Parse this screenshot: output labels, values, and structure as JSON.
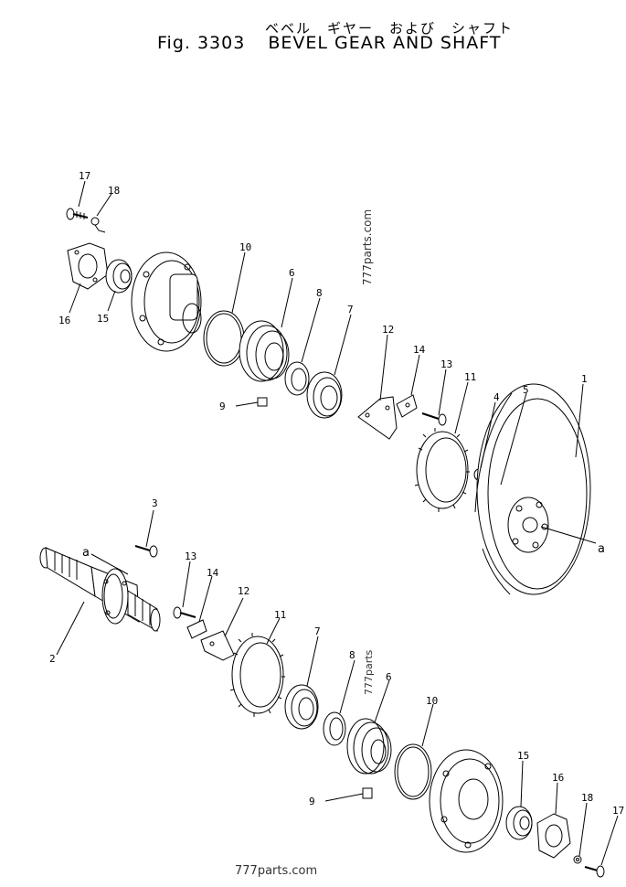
{
  "title": {
    "japanese": "ベベル　ギヤー　および　シャフト",
    "figure": "Fig. 3303",
    "english": "BEVEL GEAR AND SHAFT"
  },
  "watermarks": [
    "777parts.com",
    "777parts",
    "777parts.com"
  ],
  "callouts_upper": [
    "17",
    "18",
    "16",
    "15",
    "10",
    "6",
    "8",
    "7",
    "9",
    "12",
    "14",
    "13",
    "11",
    "4",
    "5",
    "1",
    "a"
  ],
  "callouts_lower": [
    "3",
    "a",
    "2",
    "13",
    "14",
    "12",
    "11",
    "7",
    "8",
    "6",
    "10",
    "9",
    "15",
    "16",
    "18",
    "17"
  ]
}
